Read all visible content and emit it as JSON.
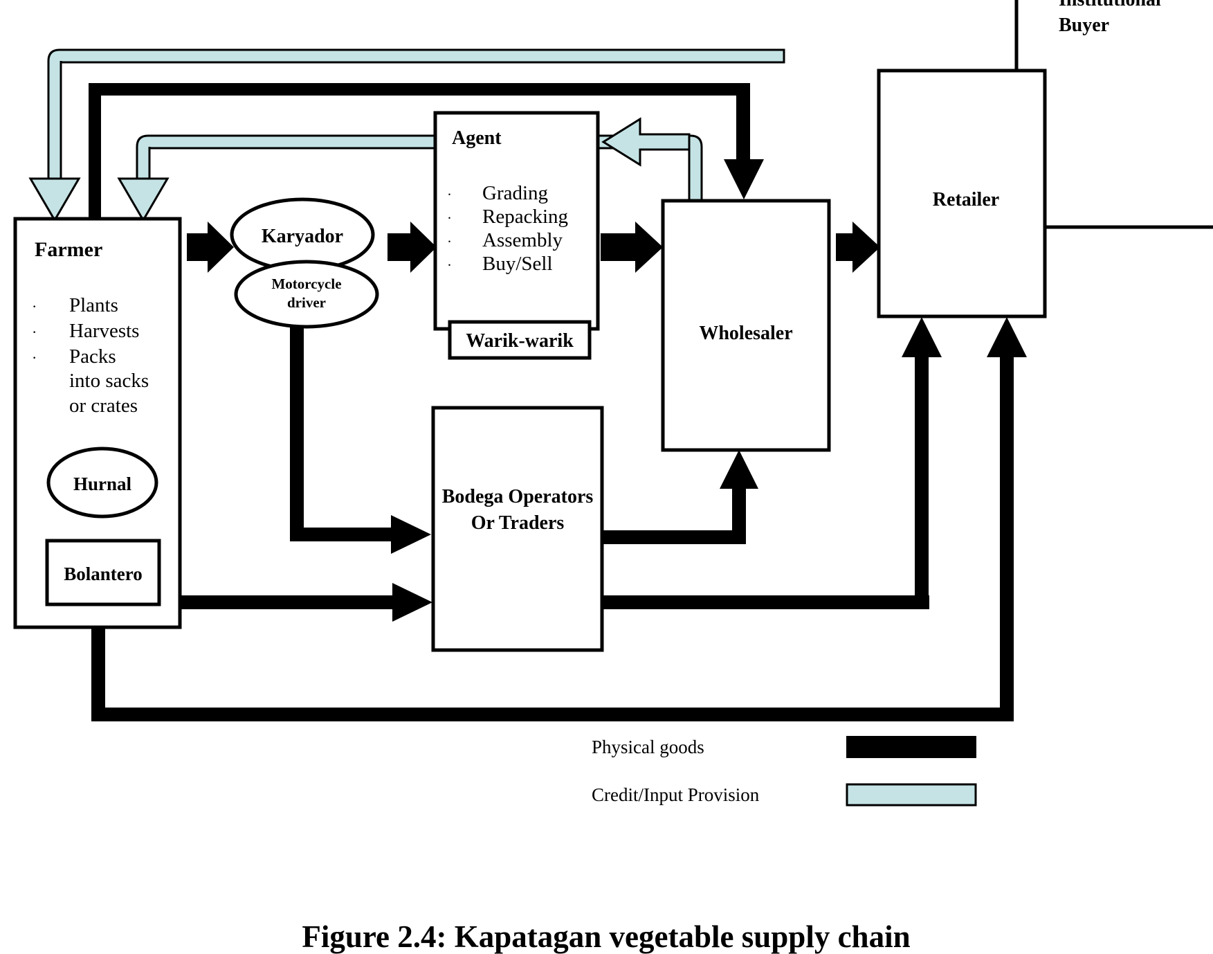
{
  "figure": {
    "caption": "Figure 2.4: Kapatagan vegetable supply chain"
  },
  "nodes": {
    "farmer": {
      "label": "Farmer",
      "bullets": [
        "Plants",
        "Harvests",
        "Packs"
      ],
      "bullet_extra": [
        "into sacks",
        "or crates"
      ],
      "sub_ellipse": "Hurnal",
      "sub_box": "Bolantero"
    },
    "karyador": {
      "label": "Karyador",
      "sub_label_line1": "Motorcycle",
      "sub_label_line2": "driver"
    },
    "agent": {
      "label": "Agent",
      "bullets": [
        "Grading",
        "Repacking",
        "Assembly",
        "Buy/Sell"
      ],
      "sub_box": "Warik-warik"
    },
    "bodega": {
      "label_line1": "Bodega Operators",
      "label_line2": "Or Traders"
    },
    "wholesaler": {
      "label": "Wholesaler"
    },
    "retailer": {
      "label": "Retailer"
    },
    "institutional_buyer": {
      "label_line1": "Institutional",
      "label_line2": "Buyer"
    }
  },
  "legend": {
    "items": [
      {
        "label": "Physical goods",
        "color": "#000000",
        "swatch": "physical-goods-swatch"
      },
      {
        "label": "Credit/Input Provision",
        "color": "#c5e3e5",
        "swatch": "credit-input-swatch"
      }
    ]
  },
  "colors": {
    "flow_black": "#000000",
    "credit_fill": "#c5e3e5",
    "box_fill": "#ffffff",
    "stroke": "#000000"
  },
  "bullet_marker": "·"
}
